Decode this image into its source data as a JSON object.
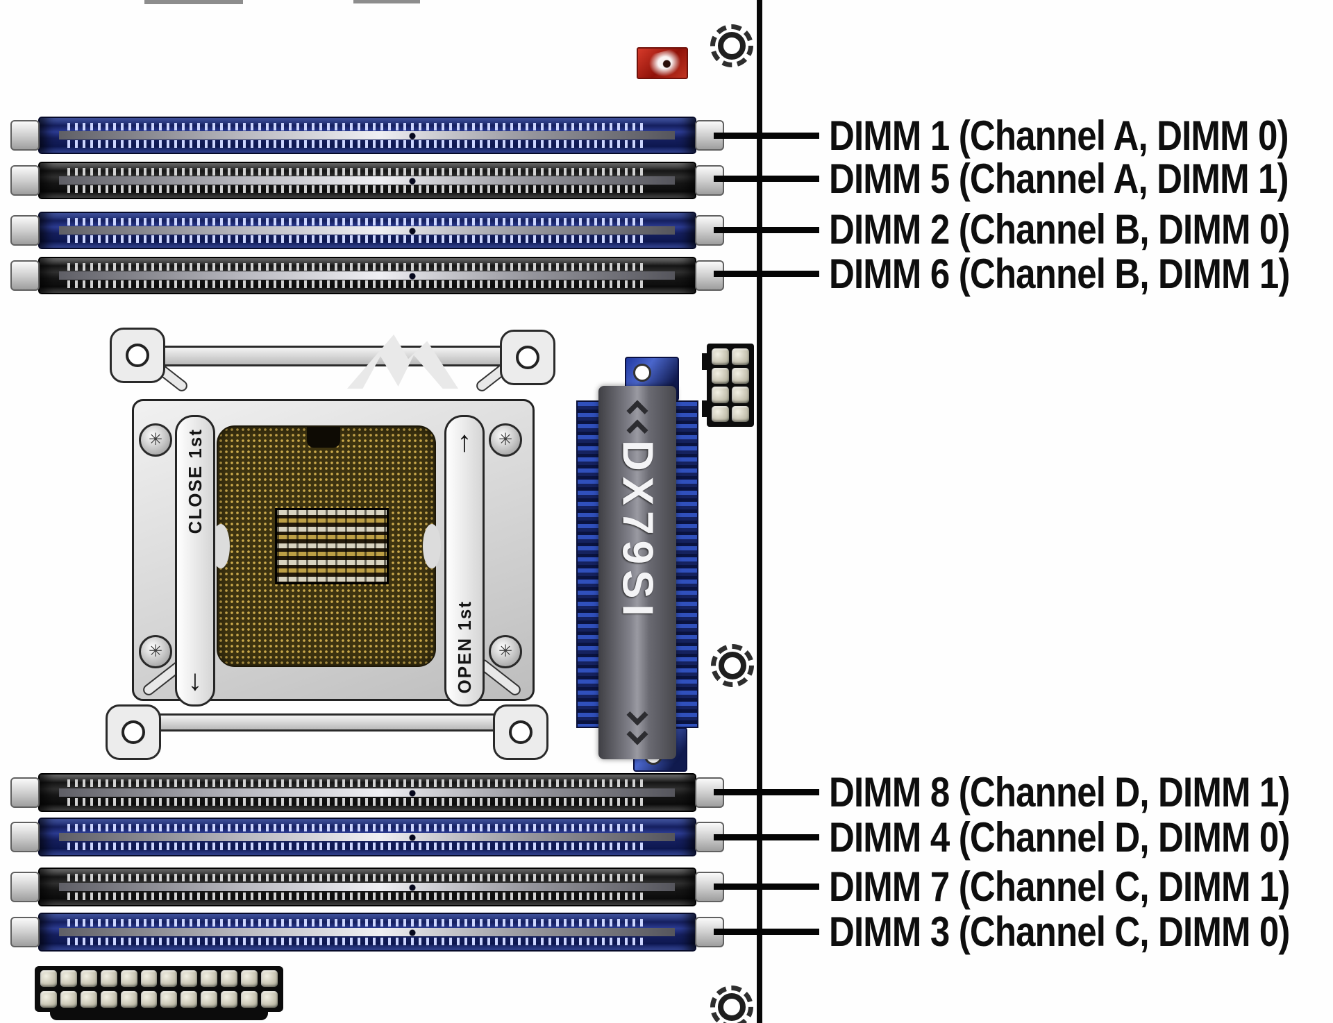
{
  "board": {
    "model": "DX79SI",
    "heatsink_label": "DX79SI"
  },
  "cpu_socket": {
    "close_instruction": "CLOSE 1st",
    "close_arrow": "↓",
    "open_instruction": "OPEN 1st",
    "open_arrow": "↑"
  },
  "dimm_labels": {
    "top": [
      {
        "slot": "DIMM 1",
        "slot_color": "blue",
        "text": "DIMM 1 (Channel A, DIMM 0)"
      },
      {
        "slot": "DIMM 5",
        "slot_color": "black",
        "text": "DIMM 5 (Channel A, DIMM 1)"
      },
      {
        "slot": "DIMM 2",
        "slot_color": "blue",
        "text": "DIMM 2 (Channel B, DIMM 0)"
      },
      {
        "slot": "DIMM 6",
        "slot_color": "black",
        "text": "DIMM 6 (Channel B, DIMM 1)"
      }
    ],
    "bottom": [
      {
        "slot": "DIMM 8",
        "slot_color": "black",
        "text": "DIMM 8 (Channel D, DIMM 1)"
      },
      {
        "slot": "DIMM 4",
        "slot_color": "blue",
        "text": "DIMM 4 (Channel D, DIMM 0)"
      },
      {
        "slot": "DIMM 7",
        "slot_color": "black",
        "text": "DIMM 7 (Channel C, DIMM 1)"
      },
      {
        "slot": "DIMM 3",
        "slot_color": "blue",
        "text": "DIMM 3 (Channel C, DIMM 0)"
      }
    ]
  },
  "connectors": {
    "atx_24pin": {
      "name": "24-pin ATX power connector",
      "rows": 2,
      "columns": 12
    },
    "cpu_power_8pin": {
      "name": "8-pin CPU power connector",
      "rows": 4,
      "columns": 2
    }
  },
  "icons": {
    "screw_hole": "gear-ring-mounting-hole",
    "red_logo": "red-image-thumbnail"
  },
  "colors": {
    "blue_slot": "#1b2a70",
    "black_slot": "#1a1a1a",
    "heatsink_blue": "#1c2f8e",
    "slab_gray": "#7c7c84",
    "gold_pin_field": "#c7ae4e",
    "board_edge": "#0a0a0a",
    "label_text": "#0e0e0e",
    "red_icon": "#b02016"
  }
}
